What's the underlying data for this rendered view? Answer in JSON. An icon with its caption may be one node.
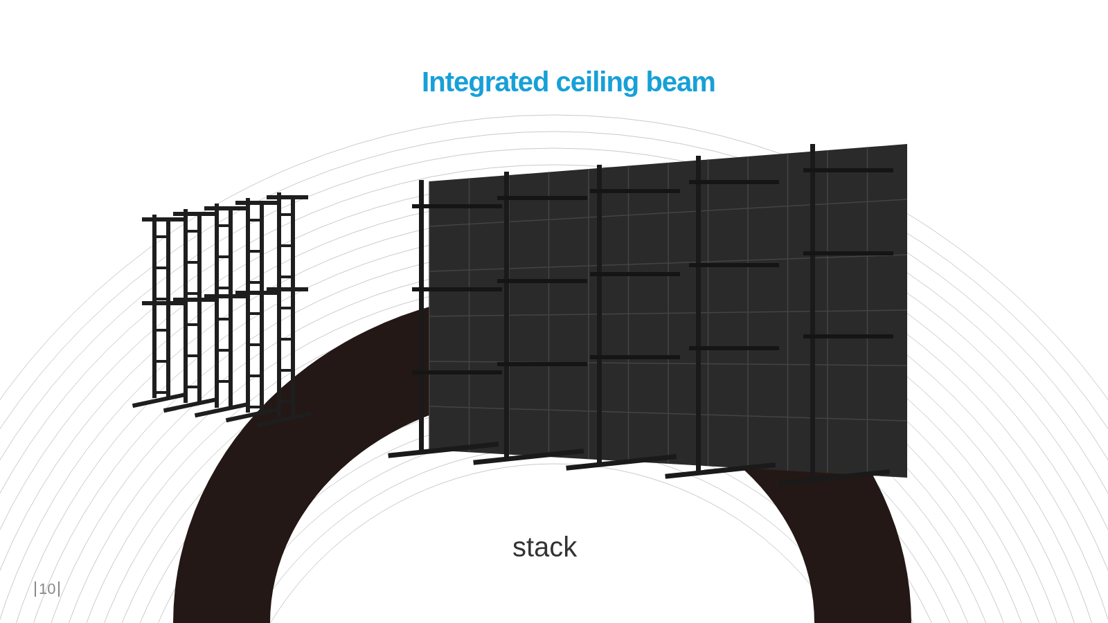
{
  "diagram": {
    "title": "Integrated ceiling beam",
    "labels": [
      "stack",
      "10"
    ]
  }
}
